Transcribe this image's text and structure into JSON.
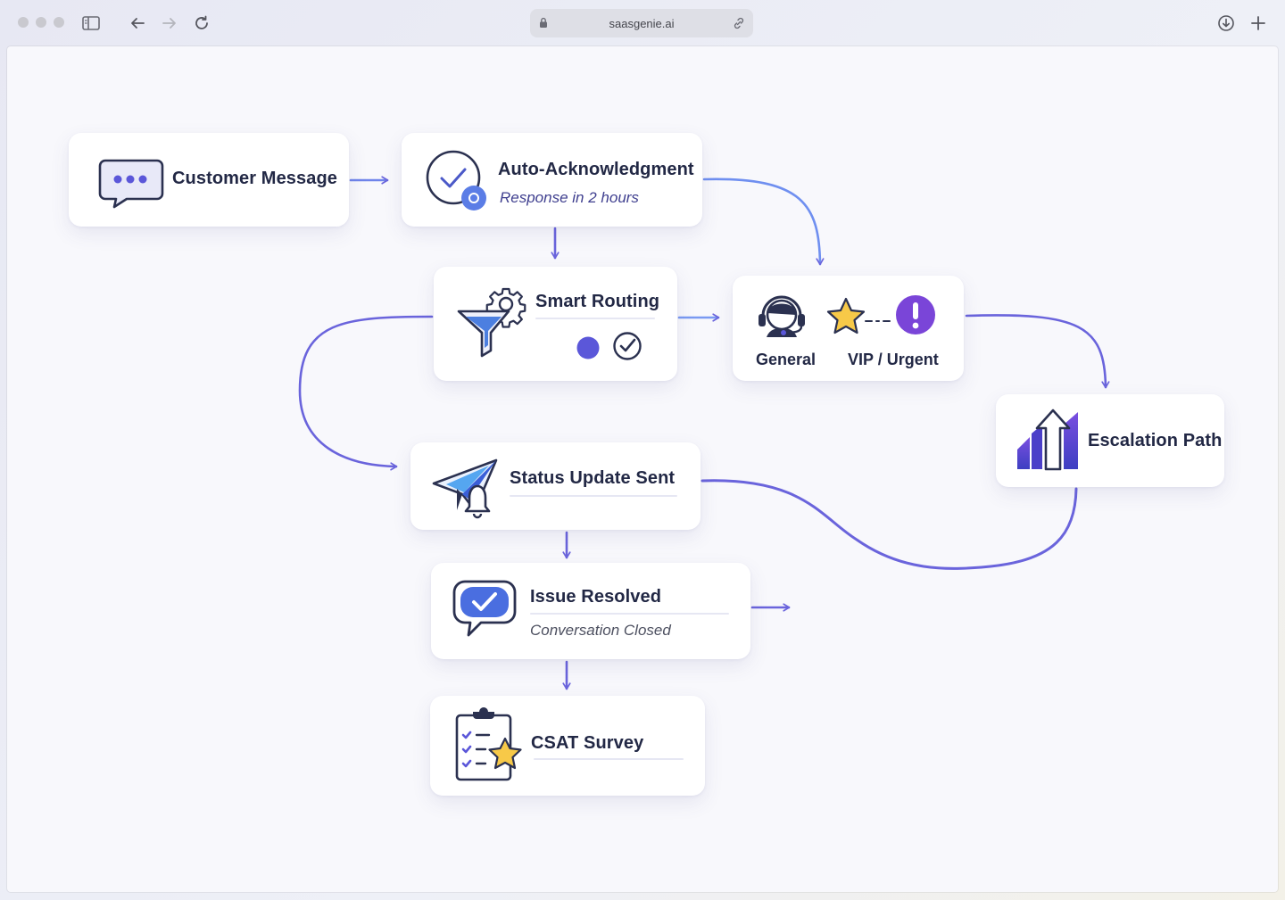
{
  "browser": {
    "url": "saasgenie.ai",
    "icons": [
      "sidebar-icon",
      "back-arrow-icon",
      "forward-arrow-icon",
      "reload-icon",
      "lock-icon",
      "link-icon",
      "download-icon",
      "plus-icon"
    ]
  },
  "colors": {
    "accent": "#5b57d9",
    "connector": "#6a64dc",
    "card_text": "#222845",
    "subtitle": "#3f3f8f",
    "star": "#f7c948",
    "urgent": "#7a45d8"
  },
  "nodes": {
    "customer_message": {
      "title": "Customer Message",
      "icon": "chat-bubble-icon"
    },
    "auto_ack": {
      "title": "Auto-Acknowledgment",
      "subtitle": "Response in 2 hours",
      "icon": "check-circle-icon"
    },
    "smart_routing": {
      "title": "Smart Routing",
      "icon": "funnel-gear-icon"
    },
    "routing_targets": {
      "general": "General",
      "vip": "VIP / Urgent",
      "icons": [
        "headset-icon",
        "star-icon",
        "exclamation-icon"
      ]
    },
    "escalation": {
      "title": "Escalation Path",
      "icon": "bar-arrow-up-icon"
    },
    "status_update": {
      "title": "Status Update Sent",
      "icon": "paper-plane-bell-icon"
    },
    "issue_resolved": {
      "title": "Issue Resolved",
      "subtitle": "Conversation Closed",
      "icon": "check-bubble-icon"
    },
    "csat": {
      "title": "CSAT Survey",
      "icon": "clipboard-star-icon"
    }
  }
}
